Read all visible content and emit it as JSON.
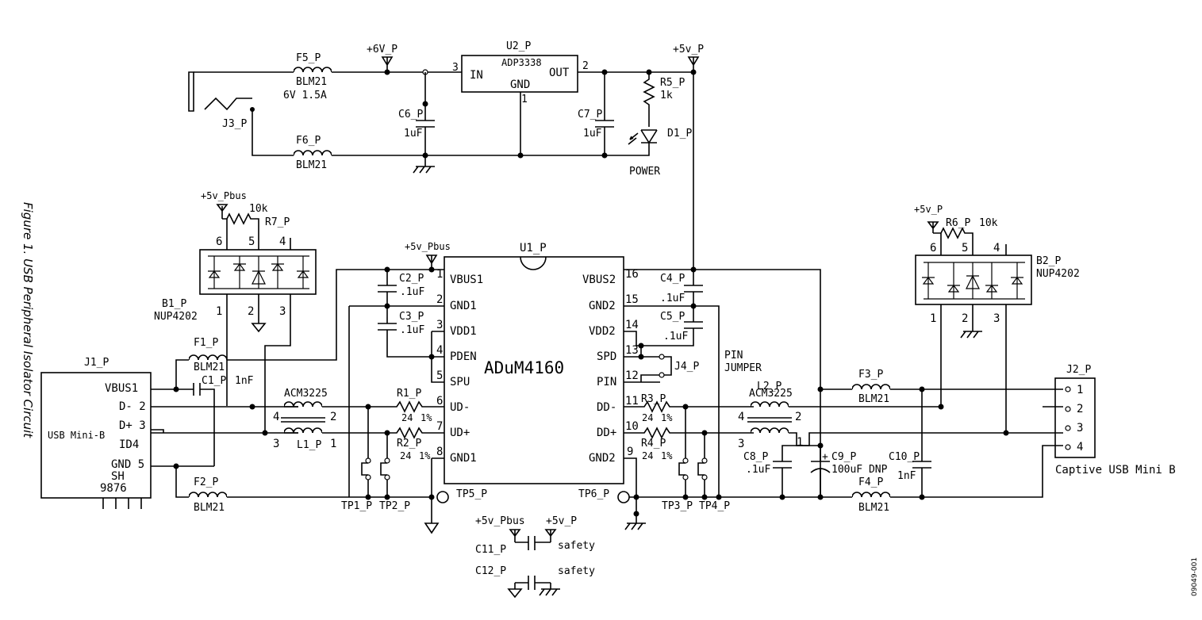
{
  "caption": "Figure 1. USB Peripheral Isolator Circuit",
  "figure_id": "09049-001",
  "labels": {
    "f5": "F5_P",
    "f5_val": "BLM21",
    "f5_rating": "6V 1.5A",
    "f6": "F6_P",
    "f6_val": "BLM21",
    "j3": "J3_P",
    "rail_6v": "+6V_P",
    "u2": "U2_P",
    "u2_part": "ADP3338",
    "u2_in": "IN",
    "u2_out": "OUT",
    "u2_gnd": "GND",
    "u2_pin3": "3",
    "u2_pin2": "2",
    "u2_pin1": "1",
    "c6": "C6_P",
    "c6_val": "1uF",
    "c7": "C7_P",
    "c7_val": "1uF",
    "rail_5v_top": "+5v_P",
    "r5": "R5_P",
    "r5_val": "1k",
    "d1": "D1_P",
    "power": "POWER",
    "rail_5vpbus_b1": "+5v_Pbus",
    "r7": "R7_P",
    "r7_val": "10k",
    "b1": "B1_P",
    "b1_part": "NUP4202",
    "b1_p6": "6",
    "b1_p5": "5",
    "b1_p4": "4",
    "b1_p1": "1",
    "b1_p2": "2",
    "b1_p3": "3",
    "j1": "J1_P",
    "j1_vbus": "VBUS1",
    "j1_dm": "D- 2",
    "j1_dp": "D+ 3",
    "j1_id": "ID4",
    "j1_gnd": "GND 5",
    "j1_sh": "SH",
    "j1_shpins": "9876",
    "j1_part": "USB Mini-B",
    "f1": "F1_P",
    "f1_val": "BLM21",
    "c1": "C1_P",
    "c1_val": "1nF",
    "f2": "F2_P",
    "f2_val": "BLM21",
    "acm_left": "ACM3225",
    "l1": "L1_P",
    "l1_p4": "4",
    "l1_p2": "2",
    "l1_p3": "3",
    "l1_p1": "1",
    "rail_5vpbus_u1": "+5v_Pbus",
    "c2": "C2_P",
    "c2_val": ".1uF",
    "c3": "C3_P",
    "c3_val": ".1uF",
    "r1": "R1_P",
    "r1_val": "24",
    "r1_tol": "1%",
    "r2": "R2_P",
    "r2_val": "24",
    "r2_tol": "1%",
    "tp1": "TP1_P",
    "tp2": "TP2_P",
    "tp5": "TP5_P",
    "tp6": "TP6_P",
    "tp3": "TP3_P",
    "tp4": "TP4_P",
    "u1": "U1_P",
    "u1_part": "ADuM4160",
    "u1_l1": "VBUS1",
    "u1_l2": "GND1",
    "u1_l3": "VDD1",
    "u1_l4": "PDEN",
    "u1_l5": "SPU",
    "u1_l6": "UD-",
    "u1_l7": "UD+",
    "u1_l8": "GND1",
    "u1_r16": "VBUS2",
    "u1_r15": "GND2",
    "u1_r14": "VDD2",
    "u1_r13": "SPD",
    "u1_r12": "PIN",
    "u1_r11": "DD-",
    "u1_r10": "DD+",
    "u1_r9": "GND2",
    "n1": "1",
    "n2": "2",
    "n3": "3",
    "n4": "4",
    "n5": "5",
    "n6": "6",
    "n7": "7",
    "n8": "8",
    "n9": "9",
    "n10": "10",
    "n11": "11",
    "n12": "12",
    "n13": "13",
    "n14": "14",
    "n15": "15",
    "n16": "16",
    "c4": "C4_P",
    "c4_val": ".1uF",
    "c5": "C5_P",
    "c5_val": ".1uF",
    "j4": "J4_P",
    "pin_jumper_1": "PIN",
    "pin_jumper_2": "JUMPER",
    "r3": "R3_P",
    "r3_val": "24",
    "r3_tol": "1%",
    "r4": "R4_P",
    "r4_val": "24",
    "r4_tol": "1%",
    "acm_right": "ACM3225",
    "l2": "L2_P",
    "l2_p4": "4",
    "l2_p2": "2",
    "l2_p3": "3",
    "l2_p1": "1",
    "c8": "C8_P",
    "c8_val": ".1uF",
    "c9": "C9_P",
    "c9_val": "100uF DNP",
    "c9_plus": "+",
    "c10": "C10_P",
    "c10_val": "1nF",
    "f3": "F3_P",
    "f3_val": "BLM21",
    "f4": "F4_P",
    "f4_val": "BLM21",
    "rail_5v_b2": "+5v_P",
    "r6": "R6_P",
    "r6_val": "10k",
    "b2": "B2_P",
    "b2_part": "NUP4202",
    "b2_p6": "6",
    "b2_p5": "5",
    "b2_p4": "4",
    "b2_p1": "1",
    "b2_p2": "2",
    "b2_p3": "3",
    "j2": "J2_P",
    "j2_p1": "1",
    "j2_p2": "2",
    "j2_p3": "3",
    "j2_p4": "4",
    "j2_part": "Captive USB Mini B",
    "c11": "C11_P",
    "c11_val": "safety",
    "c12": "C12_P",
    "c12_val": "safety",
    "rail_5vpbus_c11": "+5v_Pbus",
    "rail_5v_c11": "+5v_P"
  }
}
